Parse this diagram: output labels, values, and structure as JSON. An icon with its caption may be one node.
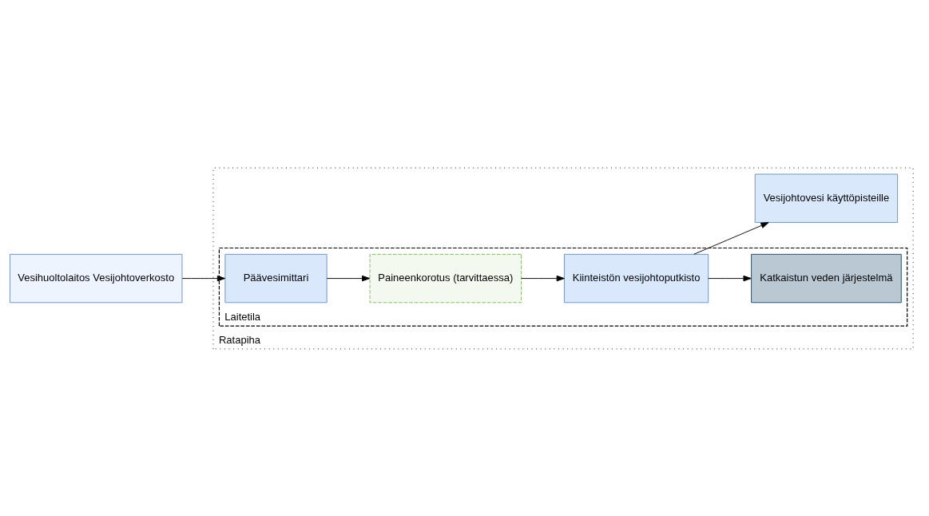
{
  "diagram": {
    "nodes": [
      {
        "text": [
          "Ratapiha"
        ]
      },
      {
        "text": [
          "Vesihuoltolaitos Vesijohtoverkosto"
        ]
      },
      {
        "text": [
          "Laitetila"
        ],
        "in": 0
      },
      {
        "text": [
          "Vesijohtovesi käyttöpisteille"
        ],
        "in": 0
      },
      {
        "text": [
          "Päävesimittari"
        ],
        "in": 2
      },
      {
        "text": [
          "Paineenkorotus (tarvittaessa)"
        ],
        "in": 2
      },
      {
        "text": [
          "Kiinteistön vesijohtoputkisto"
        ],
        "in": 2
      },
      {
        "text": [
          "Katkaistun veden järjestelmä"
        ],
        "in": 2
      }
    ],
    "edges": [
      {
        "from": 1,
        "to": 4,
        "arrow": "to"
      },
      {
        "from": 4,
        "to": 5,
        "arrow": "to"
      },
      {
        "from": 5,
        "to": 6,
        "arrow": "to"
      },
      {
        "from": 6,
        "to": 3,
        "arrow": "to"
      },
      {
        "from": 6,
        "to": 7,
        "arrow": "to"
      }
    ]
  }
}
